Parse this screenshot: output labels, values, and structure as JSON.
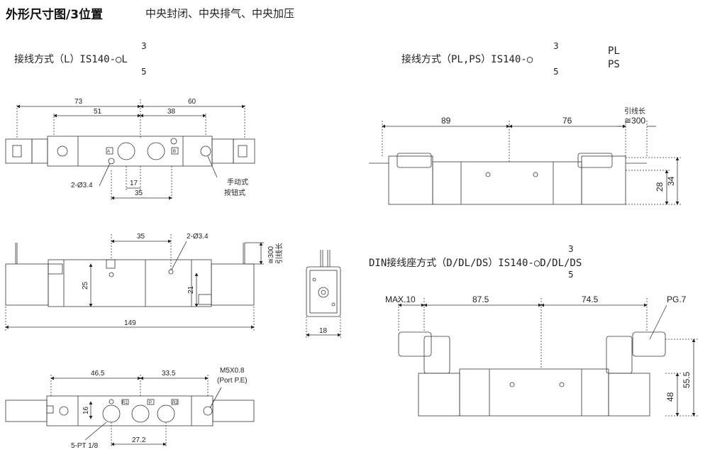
{
  "header": {
    "title": "外形尺寸图/3位置",
    "subtitle": "中央封闭、中央排气、中央加压"
  },
  "variant_L": {
    "label": "接线方式（L）IS140-○L",
    "sup": "3",
    "sub": "5"
  },
  "variant_PL": {
    "label": "接线方式（PL,PS）IS140-○",
    "sup": "3",
    "sub": "5",
    "opt1": "PL",
    "opt2": "PS"
  },
  "variant_DIN": {
    "label": "DIN接线座方式（D/DL/DS）IS140-○D/DL/DS",
    "sup": "3",
    "sub": "5"
  },
  "top_view": {
    "dim_left": "73",
    "dim_right": "60",
    "dim_inner_left": "51",
    "dim_inner_right": "38",
    "dim_17": "17",
    "dim_35": "35",
    "hole_label": "2-Ø3.4",
    "manual_label_1": "手动式",
    "manual_label_2": "按钮式",
    "port_a": "A",
    "port_b": "B"
  },
  "front_view": {
    "dim_35": "35",
    "hole_label": "2-Ø3.4",
    "dim_25": "25",
    "dim_21": "21",
    "dim_149": "149",
    "lead_len": "≅300",
    "lead_label": "引线长"
  },
  "end_view": {
    "dim_18": "18"
  },
  "bottom_view": {
    "dim_46_5": "46.5",
    "dim_33_5": "33.5",
    "m5_label": "M5X0.8",
    "port_pe": "(Port P.E)",
    "dim_16": "16",
    "dim_27_2": "27.2",
    "pt_label": "5-PT 1/8",
    "port_r1": "R1",
    "port_p": "P",
    "port_r2": "R2"
  },
  "pl_view": {
    "dim_89": "89",
    "dim_76": "76",
    "lead_label": "引线长",
    "lead_len": "≅300",
    "dim_28": "28",
    "dim_34": "34"
  },
  "din_view": {
    "dim_max10": "MAX.10",
    "dim_87_5": "87.5",
    "dim_74_5": "74.5",
    "pg_label": "PG.7",
    "dim_48": "48",
    "dim_55_5": "55.5"
  }
}
